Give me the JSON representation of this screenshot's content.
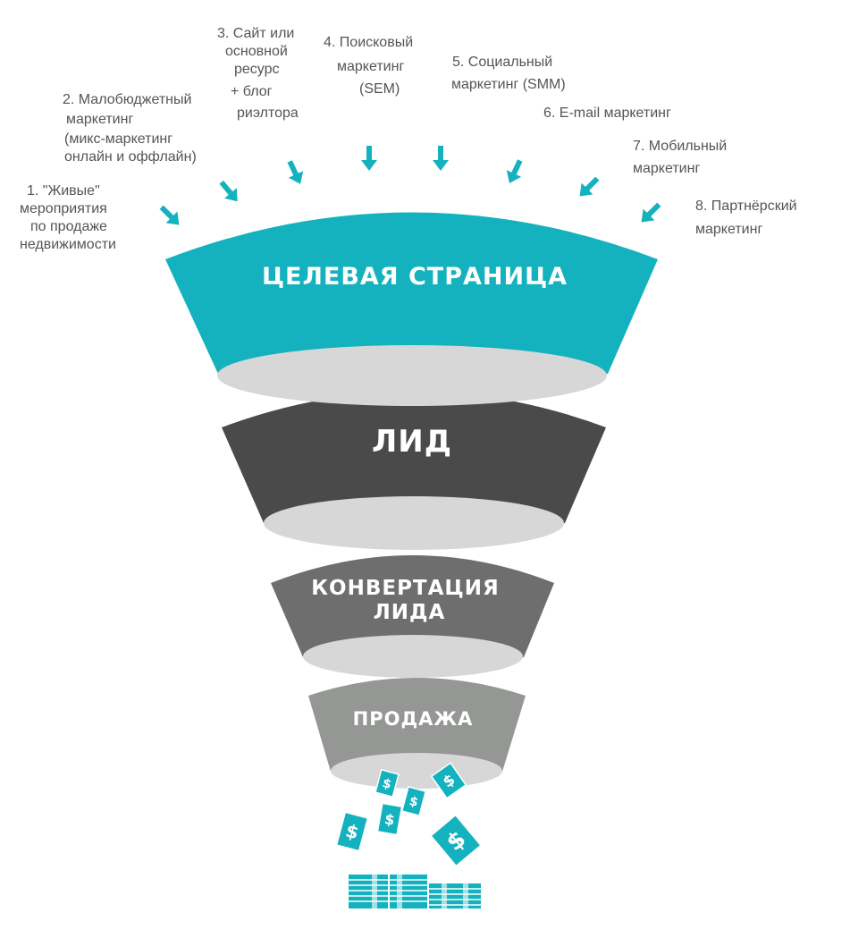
{
  "colors": {
    "accent": "#14b2be",
    "stage1": "#14b2be",
    "stage2": "#4a4a4a",
    "stage3": "#6e6e6e",
    "stage4": "#959795",
    "inner_rim": "#d6d7d6",
    "source_text": "#555555"
  },
  "sources": [
    {
      "lines": [
        "1. \"Живые\"",
        "мероприятия",
        "по продаже",
        "недвижимости"
      ]
    },
    {
      "lines": [
        "2. Малобюджетный",
        "маркетинг",
        "(микс-маркетинг",
        "онлайн и оффлайн)"
      ]
    },
    {
      "lines": [
        "3. Сайт или",
        "основной",
        "ресурс",
        "+ блог",
        "риэлтора"
      ]
    },
    {
      "lines": [
        "4. Поисковый",
        "маркетинг",
        "(SEM)"
      ]
    },
    {
      "lines": [
        "5. Социальный",
        "маркетинг (SMM)"
      ]
    },
    {
      "lines": [
        "6. E-mail маркетинг"
      ]
    },
    {
      "lines": [
        "7. Мобильный",
        "маркетинг"
      ]
    },
    {
      "lines": [
        "8. Партнёрский",
        "маркетинг"
      ]
    }
  ],
  "funnel": {
    "stages": [
      {
        "label_lines": [
          "ЦЕЛЕВАЯ СТРАНИЦА"
        ]
      },
      {
        "label_lines": [
          "ЛИД"
        ]
      },
      {
        "label_lines": [
          "КОНВЕРТАЦИЯ",
          "ЛИДА"
        ]
      },
      {
        "label_lines": [
          "ПРОДАЖА"
        ]
      }
    ]
  },
  "icons": {
    "arrow": "arrow-down-icon",
    "bill": "dollar-bill-icon",
    "stack": "money-stack-icon",
    "bill_symbol": "$"
  }
}
